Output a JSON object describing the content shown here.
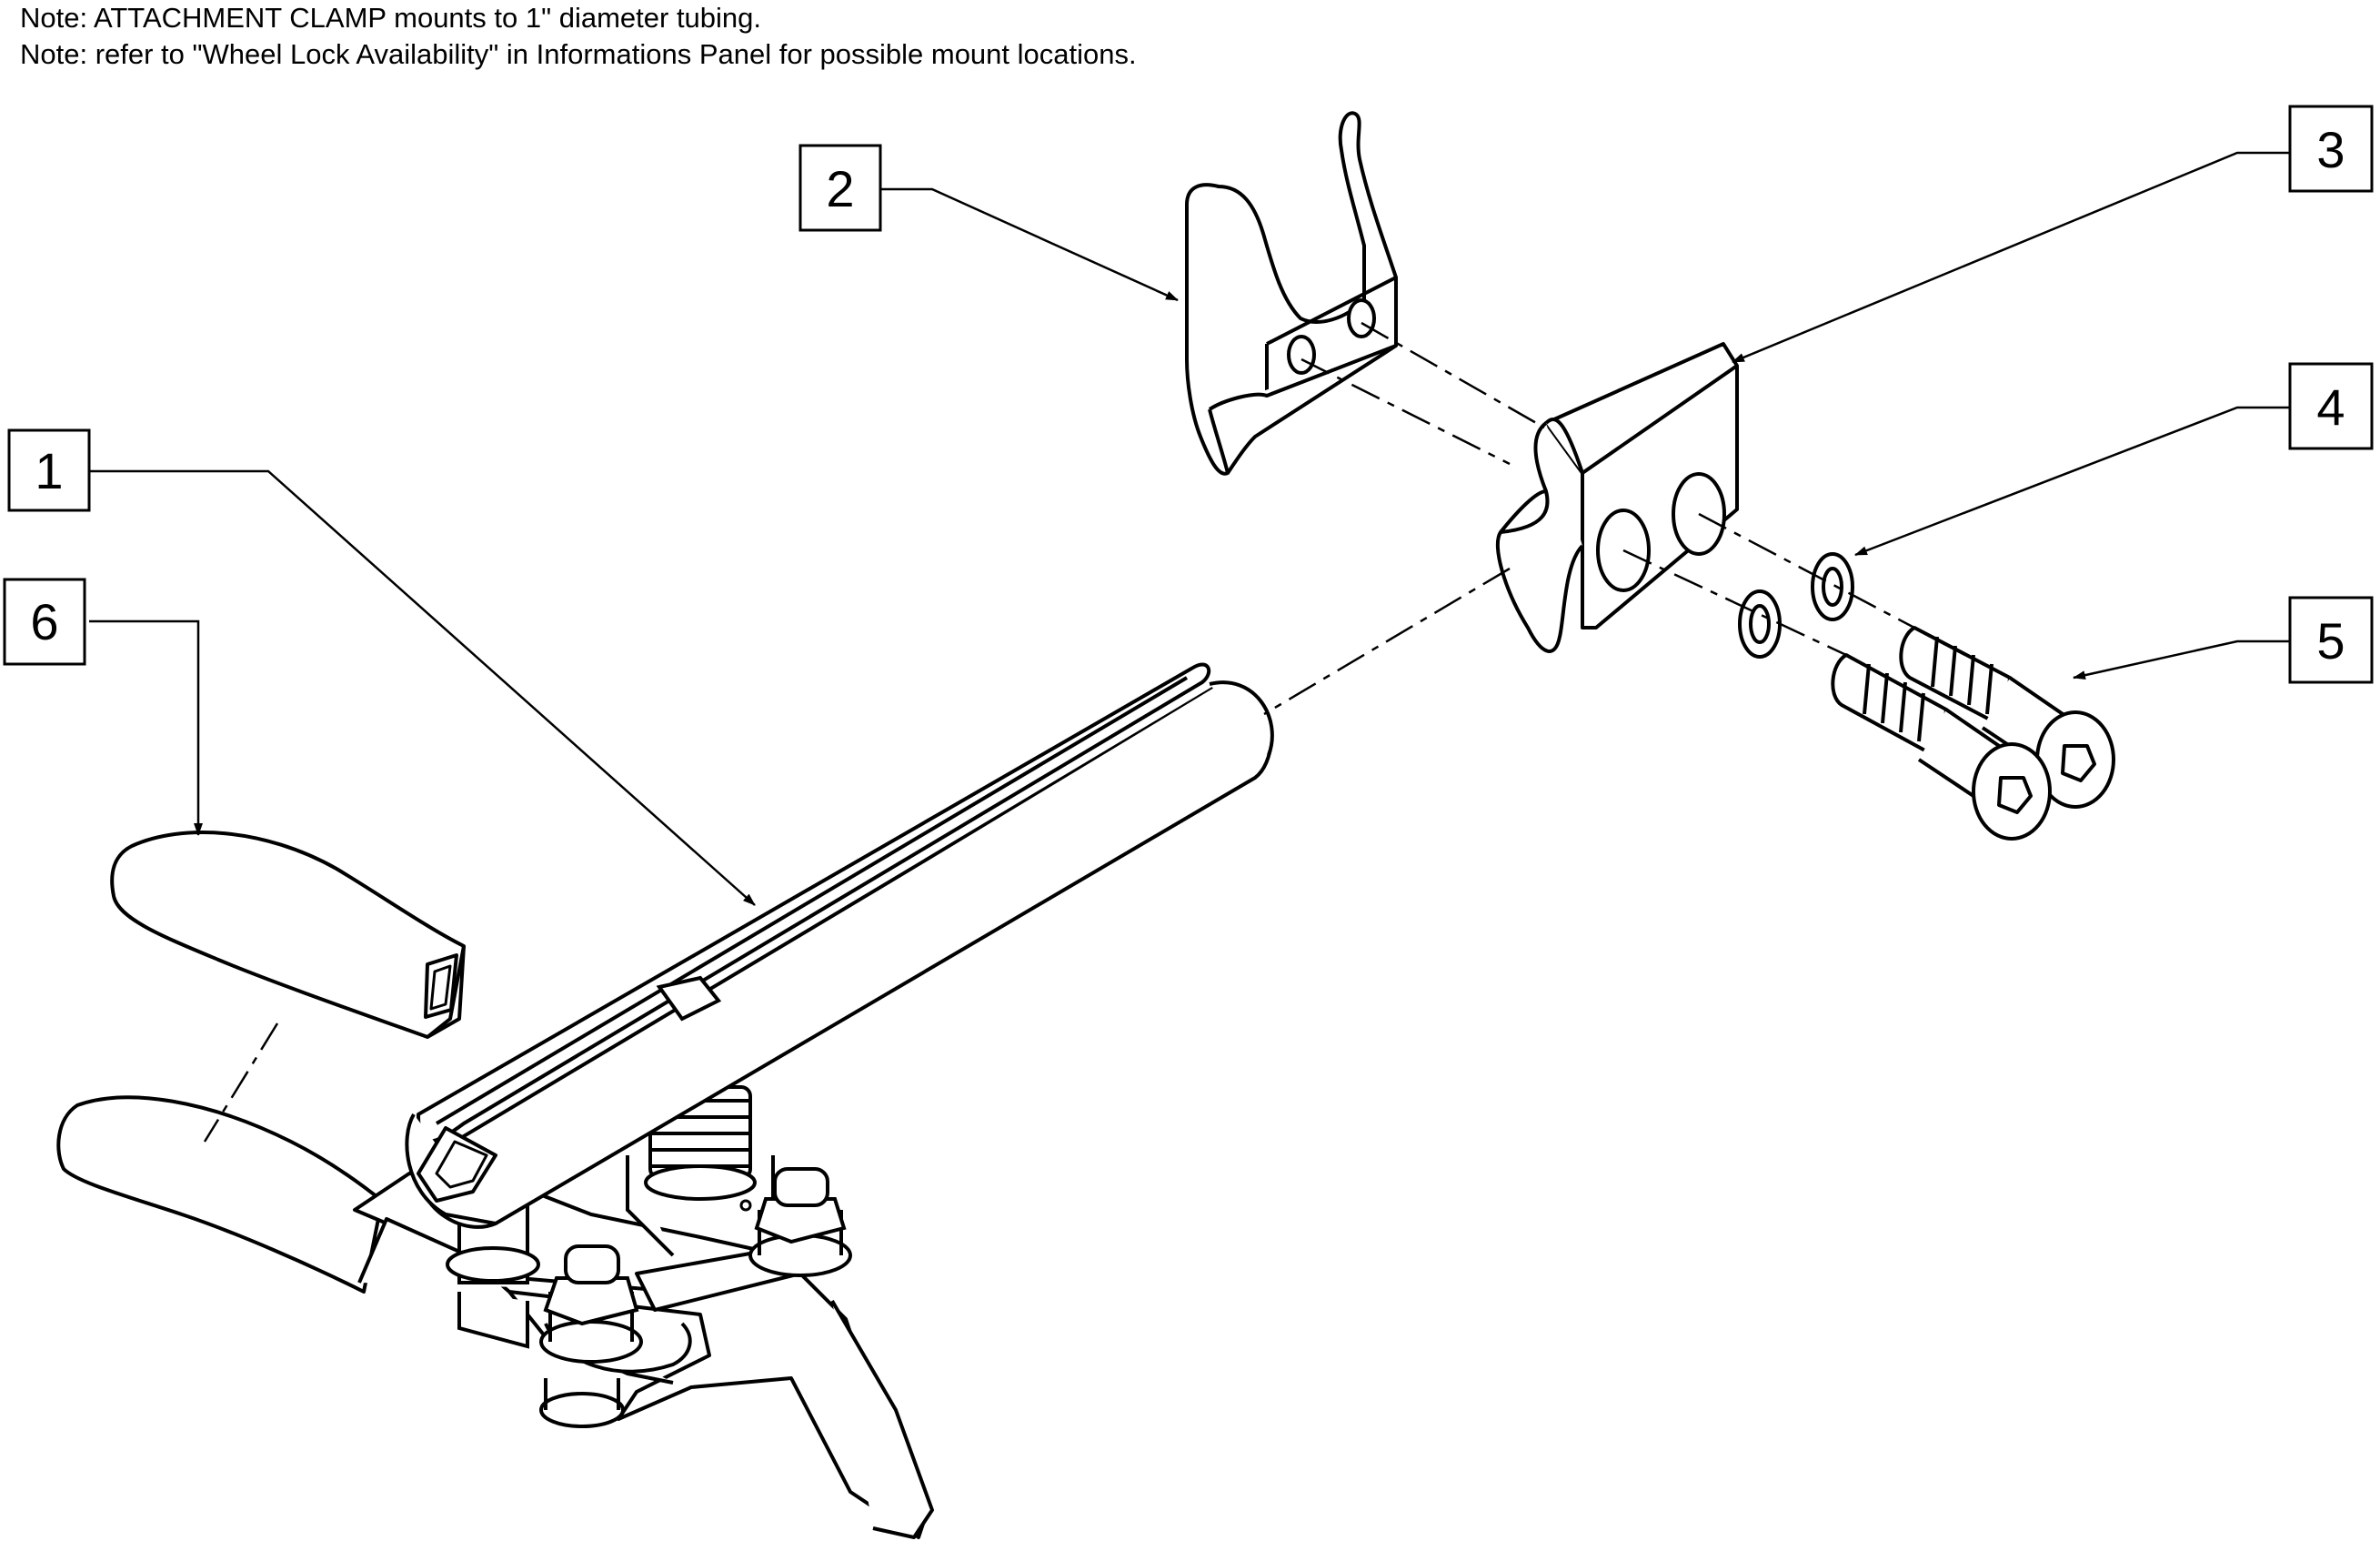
{
  "notes": [
    "Note: ATTACHMENT CLAMP mounts to 1\" diameter tubing.",
    "Note: refer to \"Wheel Lock Availability\" in Informations Panel for possible mount locations."
  ],
  "callouts": [
    {
      "id": "1",
      "label": "1"
    },
    {
      "id": "2",
      "label": "2"
    },
    {
      "id": "3",
      "label": "3"
    },
    {
      "id": "4",
      "label": "4"
    },
    {
      "id": "5",
      "label": "5"
    },
    {
      "id": "6",
      "label": "6"
    }
  ]
}
